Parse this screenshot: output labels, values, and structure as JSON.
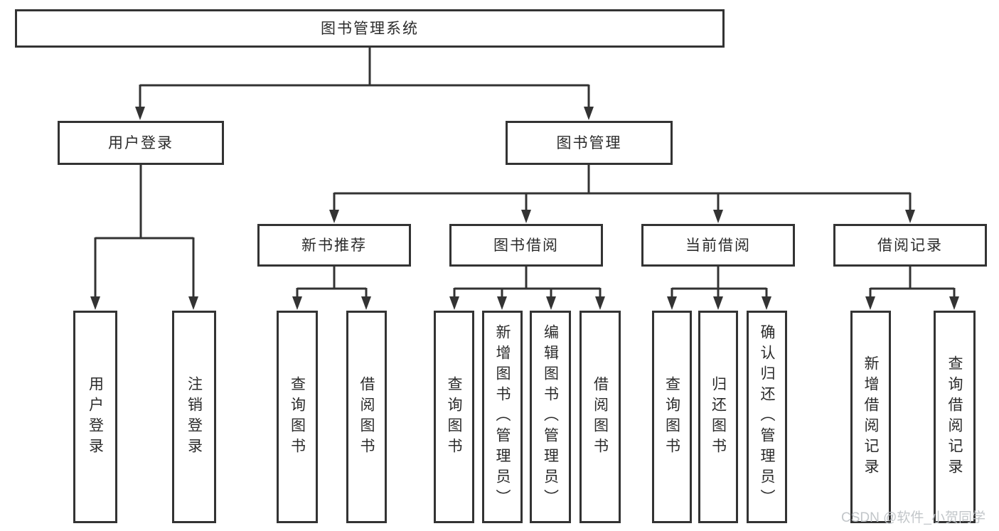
{
  "diagram": {
    "root": {
      "label": "图书管理系统"
    },
    "branches": [
      {
        "label": "用户登录",
        "children": [
          {
            "label": "用户登录"
          },
          {
            "label": "注销登录"
          }
        ]
      },
      {
        "label": "图书管理",
        "children": [
          {
            "label": "新书推荐",
            "children": [
              {
                "label": "查询图书"
              },
              {
                "label": "借阅图书"
              }
            ]
          },
          {
            "label": "图书借阅",
            "children": [
              {
                "label": "查询图书"
              },
              {
                "label": "新增图书（管理员）"
              },
              {
                "label": "编辑图书（管理员）"
              },
              {
                "label": "借阅图书"
              }
            ]
          },
          {
            "label": "当前借阅",
            "children": [
              {
                "label": "查询图书"
              },
              {
                "label": "归还图书"
              },
              {
                "label": "确认归还（管理员）"
              }
            ]
          },
          {
            "label": "借阅记录",
            "children": [
              {
                "label": "新增借阅记录"
              },
              {
                "label": "查询借阅记录"
              }
            ]
          }
        ]
      }
    ]
  },
  "watermark": {
    "text": "CSDN @软件_小贺同学"
  },
  "colors": {
    "line": "#333333",
    "text": "#2b2b2b",
    "watermark": "#bfc3c7"
  }
}
